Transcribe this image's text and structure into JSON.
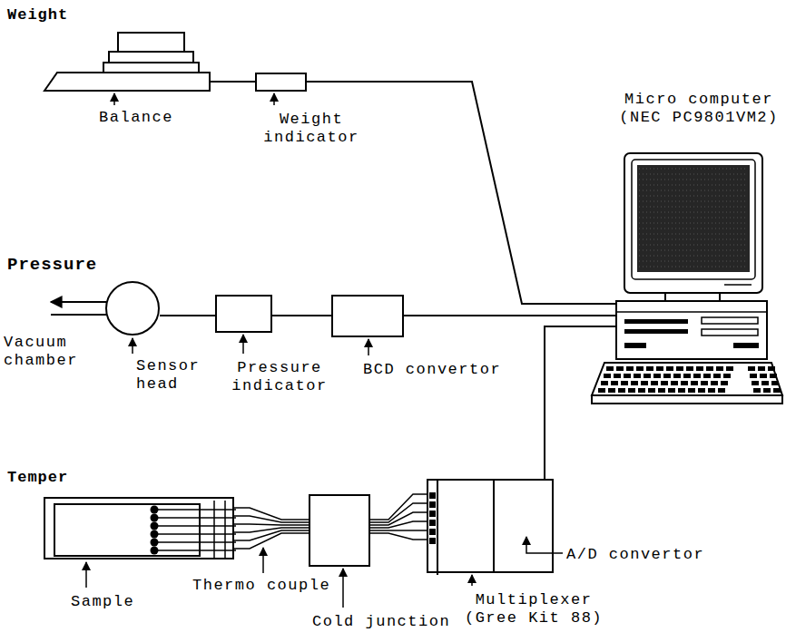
{
  "diagram": {
    "nodes": [
      {
        "text": [
          "Balance"
        ]
      },
      {
        "text": [
          "Weight indicator"
        ]
      },
      {
        "text": [
          "Micro computer (NEC PC9801VM2)"
        ]
      },
      {
        "text": [
          "Sensor head"
        ]
      },
      {
        "text": [
          "Pressure indicator"
        ]
      },
      {
        "text": [
          "BCD convertor"
        ]
      },
      {
        "text": [
          "Sample"
        ]
      },
      {
        "text": [
          "Cold junction"
        ]
      },
      {
        "text": [
          "Multiplexer (Gree Kit 88)"
        ]
      },
      {
        "text": [
          "A/D convertor"
        ]
      }
    ],
    "edges": [
      {
        "from": 0,
        "to": 1,
        "arrow": "none"
      },
      {
        "from": 1,
        "to": 2,
        "arrow": "none"
      },
      {
        "from": 3,
        "to": 4,
        "arrow": "none"
      },
      {
        "from": 4,
        "to": 5,
        "arrow": "none"
      },
      {
        "from": 5,
        "to": 2,
        "arrow": "none"
      },
      {
        "from": 6,
        "to": 7,
        "arrow": "none"
      },
      {
        "from": 7,
        "to": 8,
        "arrow": "none"
      },
      {
        "from": 9,
        "to": 2,
        "arrow": "none"
      }
    ],
    "labels": [
      "Weight",
      "Pressure",
      "Vacuum chamber",
      "Temper",
      "Thermo couple"
    ]
  }
}
